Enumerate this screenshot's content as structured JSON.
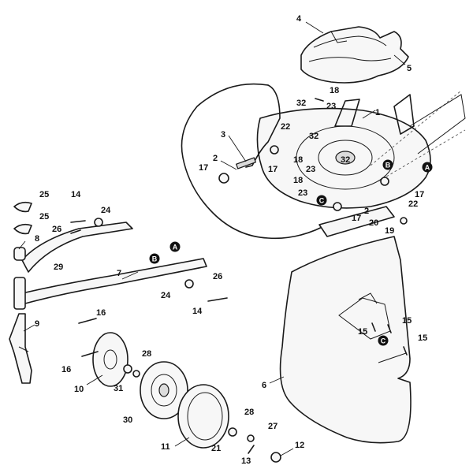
{
  "callouts": [
    {
      "id": "c1",
      "text": "1"
    },
    {
      "id": "c2a",
      "text": "2"
    },
    {
      "id": "c2b",
      "text": "2"
    },
    {
      "id": "c3",
      "text": "3"
    },
    {
      "id": "c4",
      "text": "4"
    },
    {
      "id": "c5",
      "text": "5"
    },
    {
      "id": "c6",
      "text": "6"
    },
    {
      "id": "c7",
      "text": "7"
    },
    {
      "id": "c8",
      "text": "8"
    },
    {
      "id": "c9",
      "text": "9"
    },
    {
      "id": "c10",
      "text": "10"
    },
    {
      "id": "c11",
      "text": "11"
    },
    {
      "id": "c12",
      "text": "12"
    },
    {
      "id": "c13",
      "text": "13"
    },
    {
      "id": "c14a",
      "text": "14"
    },
    {
      "id": "c14b",
      "text": "14"
    },
    {
      "id": "c15a",
      "text": "15"
    },
    {
      "id": "c15b",
      "text": "15"
    },
    {
      "id": "c15c",
      "text": "15"
    },
    {
      "id": "c16a",
      "text": "16"
    },
    {
      "id": "c16b",
      "text": "16"
    },
    {
      "id": "c17a",
      "text": "17"
    },
    {
      "id": "c17b",
      "text": "17"
    },
    {
      "id": "c17c",
      "text": "17"
    },
    {
      "id": "c17d",
      "text": "17"
    },
    {
      "id": "c18a",
      "text": "18"
    },
    {
      "id": "c18b",
      "text": "18"
    },
    {
      "id": "c18c",
      "text": "18"
    },
    {
      "id": "c19",
      "text": "19"
    },
    {
      "id": "c20",
      "text": "20"
    },
    {
      "id": "c21",
      "text": "21"
    },
    {
      "id": "c22a",
      "text": "22"
    },
    {
      "id": "c22b",
      "text": "22"
    },
    {
      "id": "c23a",
      "text": "23"
    },
    {
      "id": "c23b",
      "text": "23"
    },
    {
      "id": "c23c",
      "text": "23"
    },
    {
      "id": "c24a",
      "text": "24"
    },
    {
      "id": "c24b",
      "text": "24"
    },
    {
      "id": "c25a",
      "text": "25"
    },
    {
      "id": "c25b",
      "text": "25"
    },
    {
      "id": "c26a",
      "text": "26"
    },
    {
      "id": "c26b",
      "text": "26"
    },
    {
      "id": "c27",
      "text": "27"
    },
    {
      "id": "c28a",
      "text": "28"
    },
    {
      "id": "c28b",
      "text": "28"
    },
    {
      "id": "c29",
      "text": "29"
    },
    {
      "id": "c30",
      "text": "30"
    },
    {
      "id": "c31",
      "text": "31"
    },
    {
      "id": "c32a",
      "text": "32"
    },
    {
      "id": "c32b",
      "text": "32"
    },
    {
      "id": "c32c",
      "text": "32"
    }
  ],
  "references": [
    {
      "id": "rA1",
      "text": "A"
    },
    {
      "id": "rA2",
      "text": "A"
    },
    {
      "id": "rB1",
      "text": "B"
    },
    {
      "id": "rB2",
      "text": "B"
    },
    {
      "id": "rC1",
      "text": "C"
    },
    {
      "id": "rC2",
      "text": "C"
    }
  ]
}
